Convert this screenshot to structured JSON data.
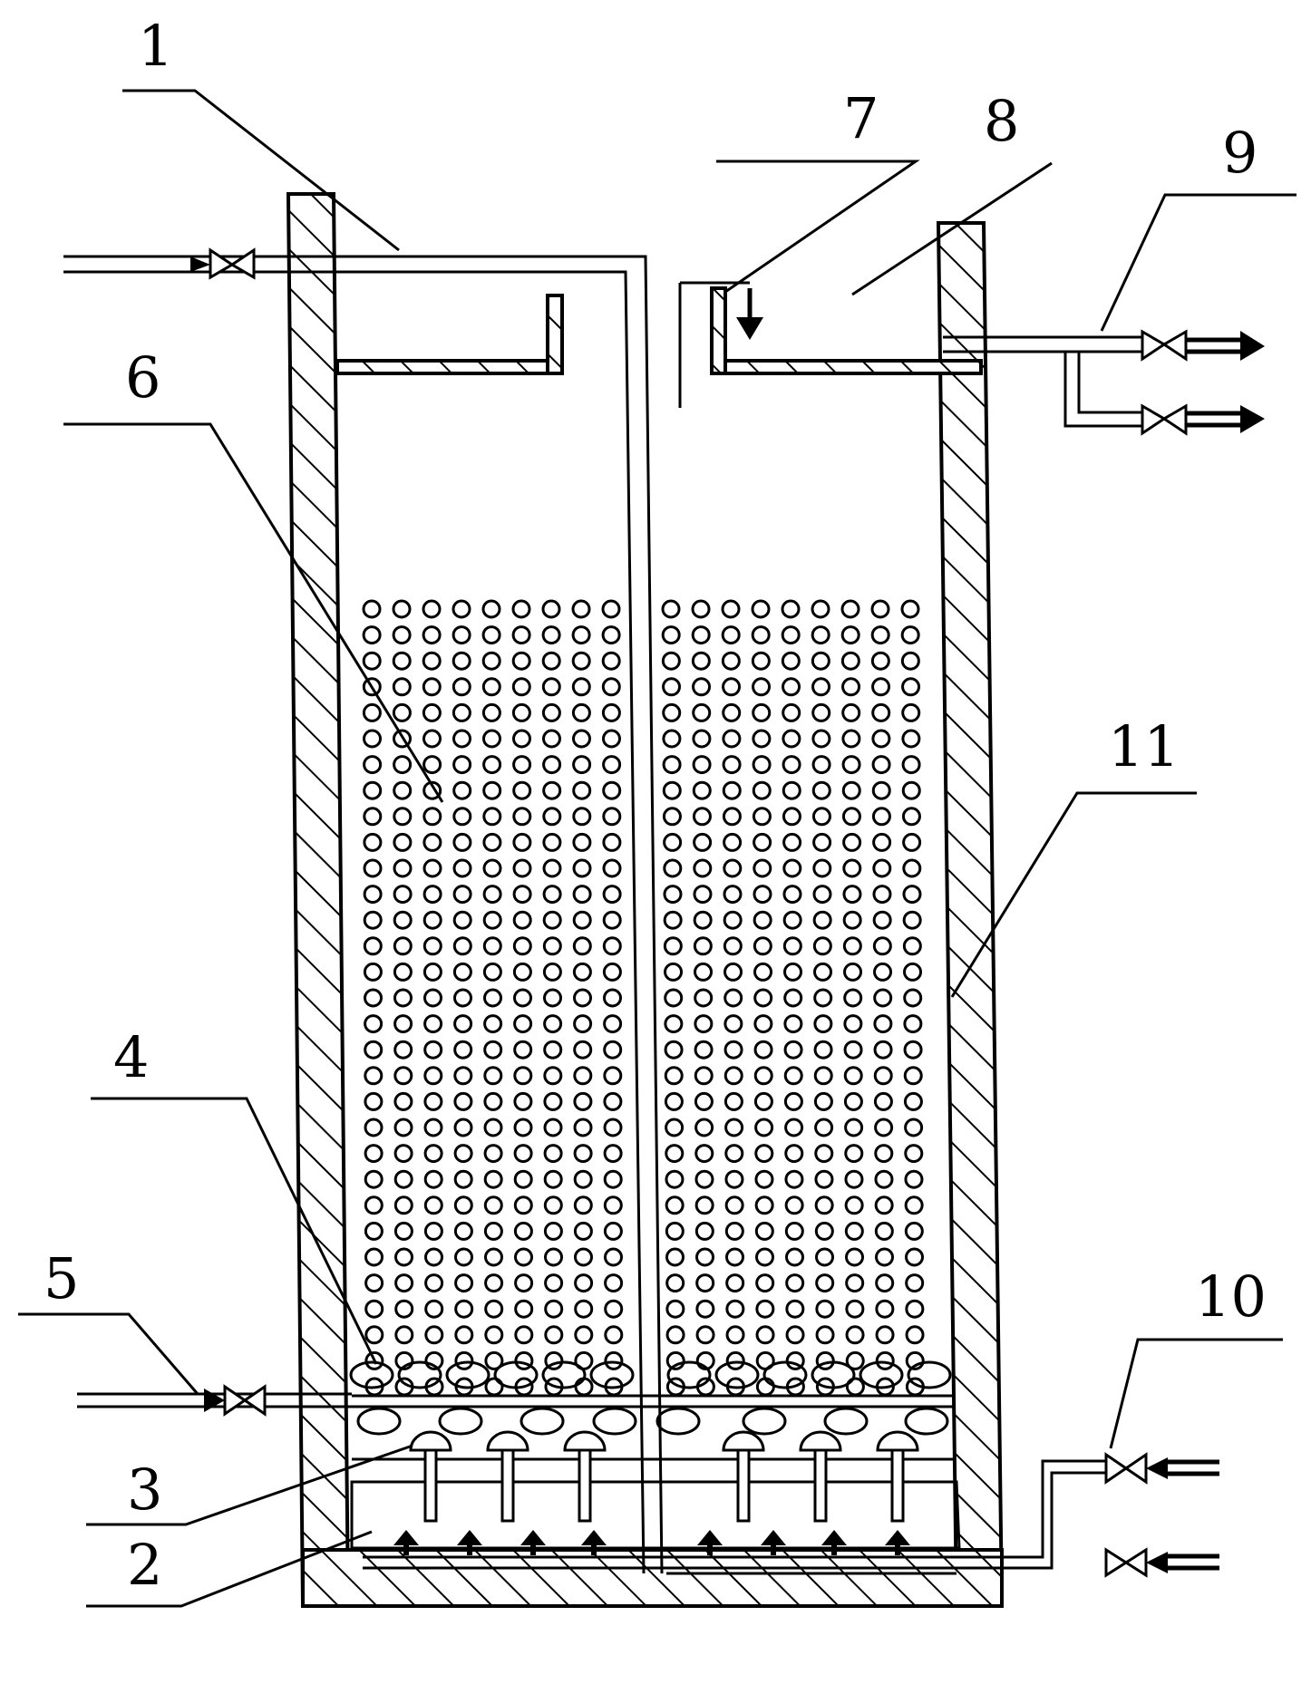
{
  "labels": {
    "l1": "1",
    "l2": "2",
    "l3": "3",
    "l4": "4",
    "l5": "5",
    "l6": "6",
    "l7": "7",
    "l8": "8",
    "l9": "9",
    "l10": "10",
    "l11": "11"
  },
  "icons": {
    "valve": "valve-icon",
    "arrow": "flow-arrow-icon"
  }
}
